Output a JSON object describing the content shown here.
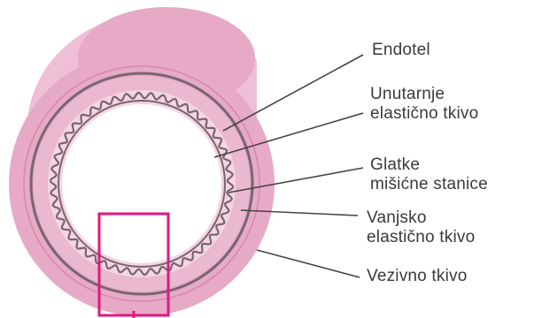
{
  "labels": {
    "endotel": {
      "lines": [
        "Endotel"
      ]
    },
    "unutarnje": {
      "lines": [
        "Unutarnje",
        "elastično tkivo"
      ]
    },
    "glatke": {
      "lines": [
        "Glatke",
        "mišićne stanice"
      ]
    },
    "vanjsko": {
      "lines": [
        "Vanjsko",
        "elastično tkivo"
      ]
    },
    "vezivno": {
      "lines": [
        "Vezivno tkivo"
      ]
    }
  },
  "colors": {
    "outer_pink": "#e6a9c6",
    "outer_pink_dark": "#d886ad",
    "tube_top": "#efbfd5",
    "media_light": "#f3d5e3",
    "media_mid": "#eab8cf",
    "elastic_dark": "#7a6470",
    "lumen": "#ffffff",
    "highlight_box": "#e0177f",
    "leader": "#444444"
  }
}
